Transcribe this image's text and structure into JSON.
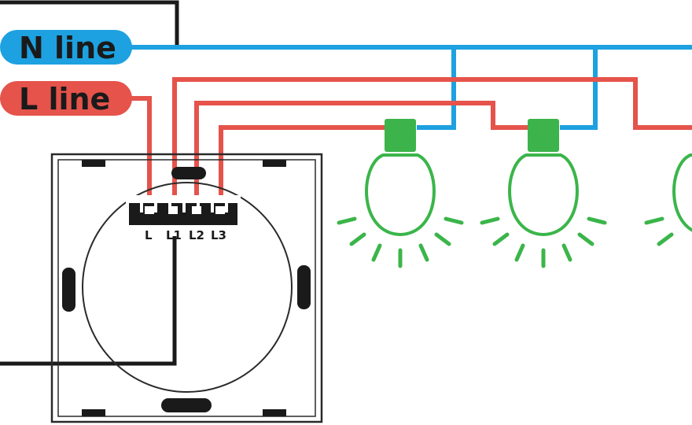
{
  "labels": {
    "n_line": "N line",
    "l_line": "L line"
  },
  "terminals": [
    "L",
    "L1",
    "L2",
    "L3"
  ],
  "colors": {
    "neutral": "#1da1e0",
    "live": "#e5534b",
    "bulb": "#3bb54a",
    "bulb_base": "#3cb44b",
    "outline": "#2a2a2a",
    "ground_wire": "#1a1a1a"
  },
  "icons": [
    "light-bulb-icon",
    "light-bulb-icon",
    "light-bulb-icon"
  ]
}
